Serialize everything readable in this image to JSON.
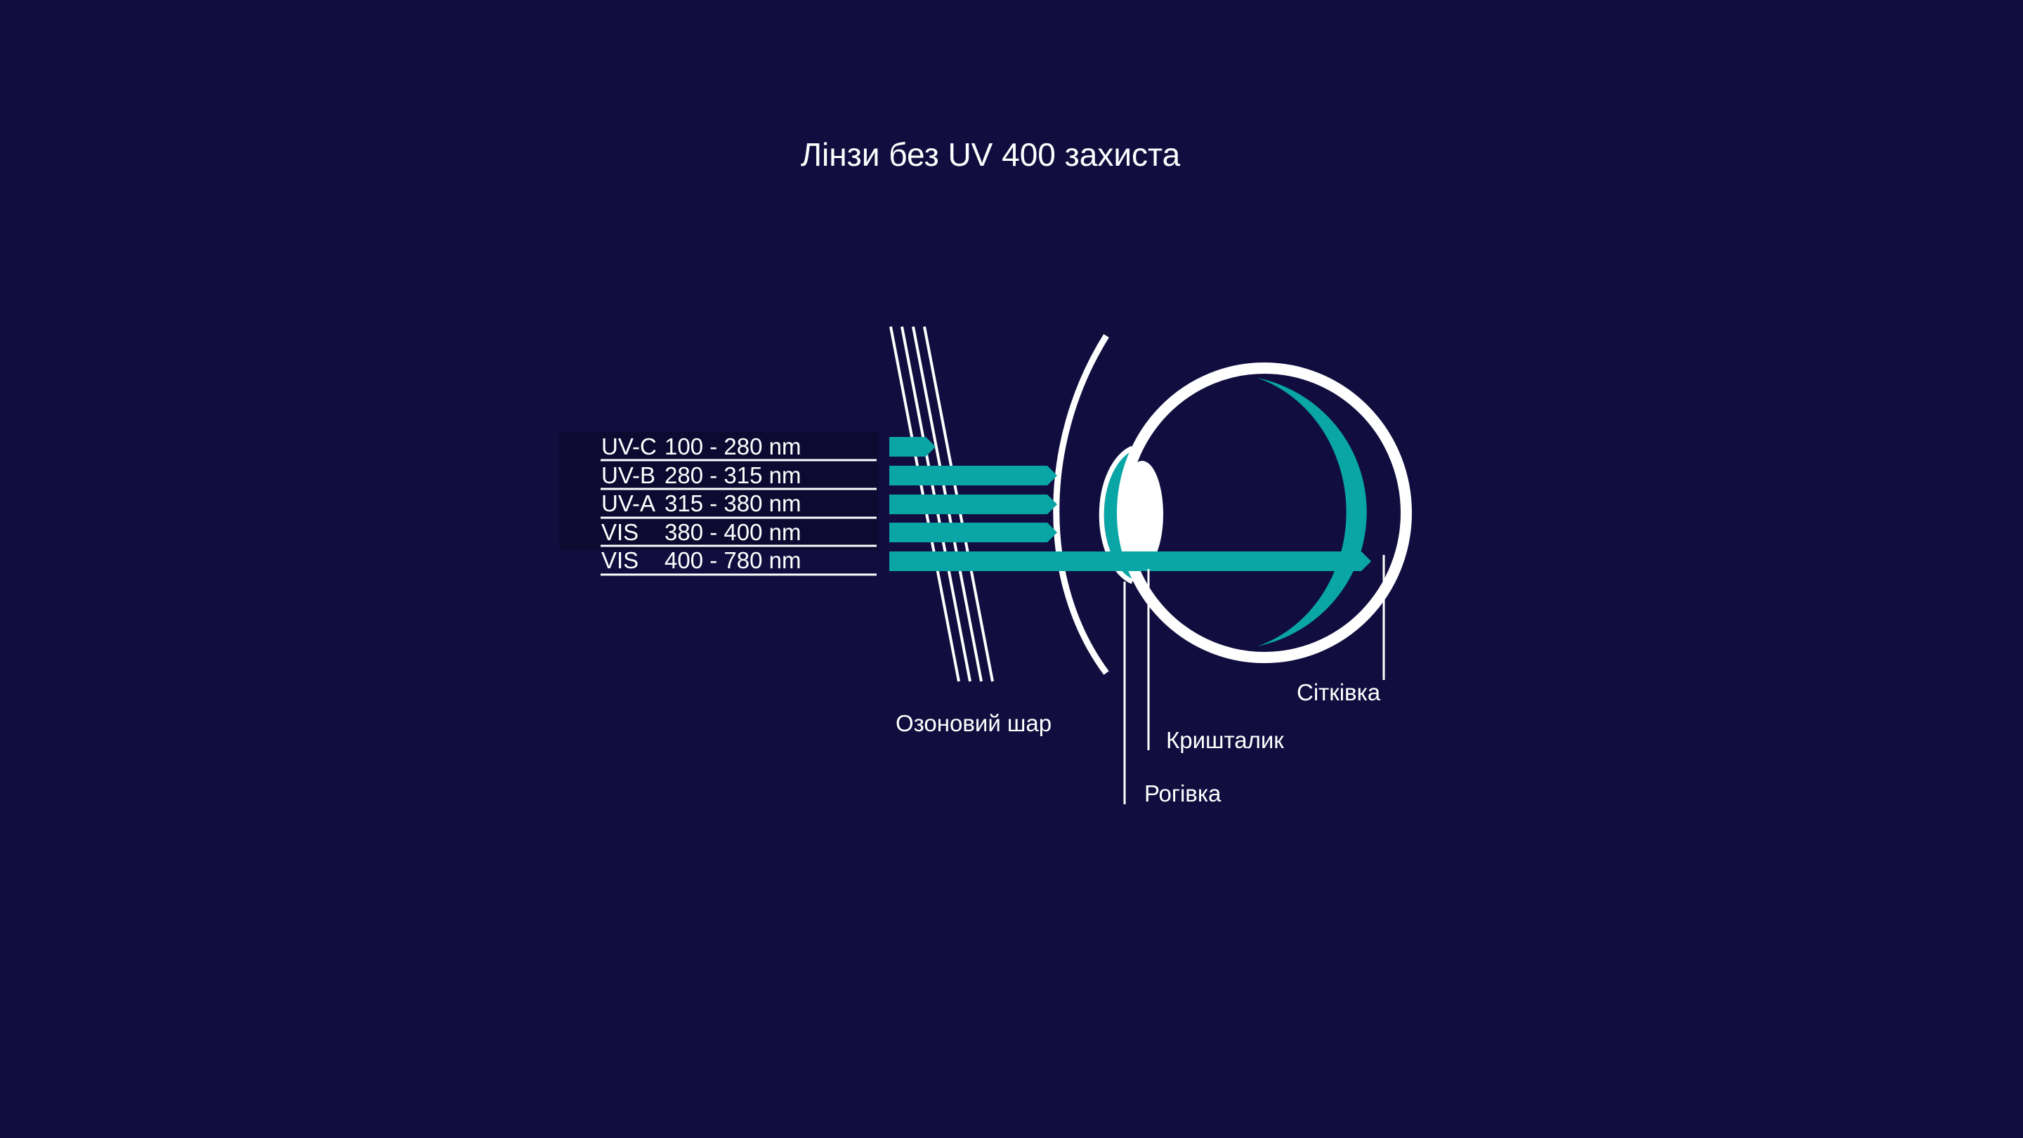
{
  "title": "Лінзи без UV 400 захиста",
  "bands": [
    {
      "name": "UV-C",
      "range": "100 - 280 nm",
      "reaches": "ozone"
    },
    {
      "name": "UV-B",
      "range": "280 - 315 nm",
      "reaches": "cornea"
    },
    {
      "name": "UV-A",
      "range": "315 - 380 nm",
      "reaches": "cornea"
    },
    {
      "name": "VIS",
      "range": "380 - 400 nm",
      "reaches": "cornea"
    },
    {
      "name": "VIS",
      "range": "400 - 780 nm",
      "reaches": "retina"
    }
  ],
  "parts": {
    "ozone": "Озоновий шар",
    "cornea": "Рогівка",
    "lens": "Кришталик",
    "retina": "Сітківка"
  },
  "colors": {
    "background": "#110e3f",
    "ray": "#0aa6a6",
    "line": "#ffffff",
    "label_panel": "#0c0a30"
  }
}
